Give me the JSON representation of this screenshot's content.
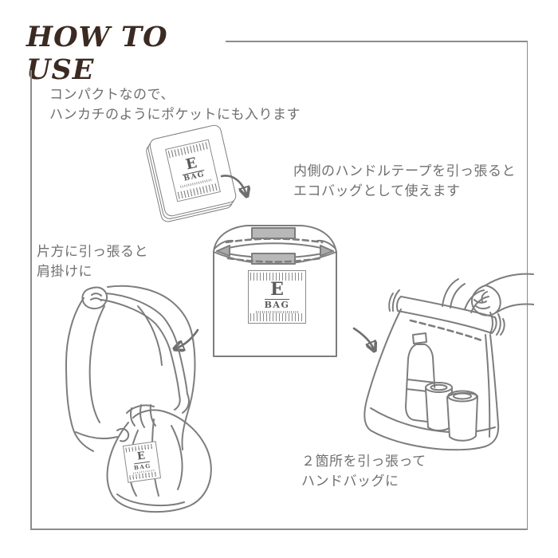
{
  "page": {
    "title": "HOW TO USE",
    "colors": {
      "background": "#ffffff",
      "title": "#3b2a21",
      "frame": "#8c8c8c",
      "text": "#6f6f6f",
      "sketch_stroke": "#7d7d7d",
      "handle_tape": "#b8b8b8"
    }
  },
  "bag_label": {
    "letter": "E",
    "word": "BAG"
  },
  "instructions": {
    "compact": {
      "line1": "コンパクトなので、",
      "line2": "ハンカチのようにポケットにも入ります"
    },
    "ecobag": {
      "line1": "内側のハンドルテープを引っ張ると",
      "line2": "エコバッグとして使えます"
    },
    "shoulder": {
      "line1": "片方に引っ張ると",
      "line2": "肩掛けに"
    },
    "handbag": {
      "line1": "２箇所を引っ張って",
      "line2": "ハンドバッグに"
    }
  }
}
